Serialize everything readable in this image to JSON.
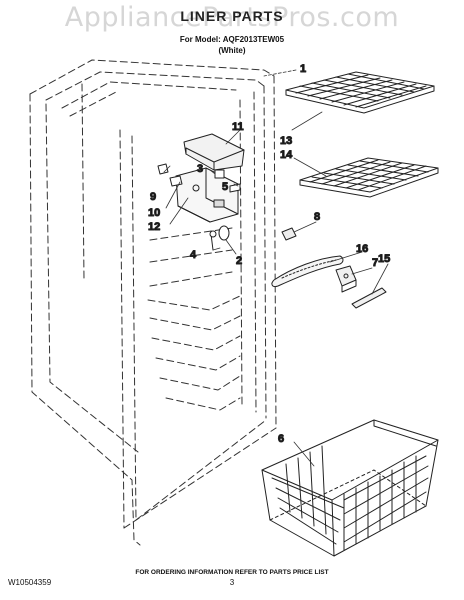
{
  "watermark": "AppliancePartsPros.com",
  "header": {
    "title": "LINER PARTS",
    "model_line": "For Model: AQF2013TEW05",
    "color_line": "(White)"
  },
  "callouts": [
    "1",
    "2",
    "3",
    "4",
    "5",
    "6",
    "7",
    "8",
    "9",
    "10",
    "11",
    "12",
    "13",
    "14",
    "15",
    "16"
  ],
  "footer": {
    "ordering_note": "FOR ORDERING INFORMATION REFER TO PARTS PRICE LIST",
    "doc_number": "W10504359",
    "page_number": "3"
  }
}
